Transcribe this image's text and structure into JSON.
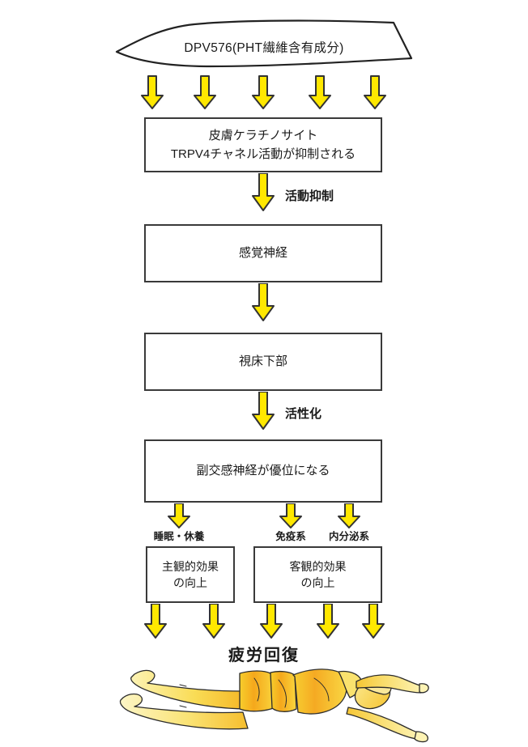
{
  "diagram": {
    "title_banner": {
      "label": "DPV576(PHT繊維含有成分)",
      "shape": "ribbon-banner"
    },
    "steps": [
      {
        "id": "keratinocyte",
        "label": "皮膚ケラチノサイト\nTRPV4チャネル活動が抑制される"
      },
      {
        "id": "sensory-nerve",
        "label": "感覚神経"
      },
      {
        "id": "hypothalamus",
        "label": "視床下部"
      },
      {
        "id": "parasympathetic",
        "label": "副交感神経が優位になる"
      }
    ],
    "transition_labels": [
      {
        "id": "inhibition",
        "label": "活動抑制"
      },
      {
        "id": "activation",
        "label": "活性化"
      }
    ],
    "branch_labels": [
      {
        "id": "sleep-rest",
        "label": "睡眠・休養"
      },
      {
        "id": "immune-system",
        "label": "免疫系"
      },
      {
        "id": "endocrine-system",
        "label": "内分泌系"
      }
    ],
    "outcome_boxes": [
      {
        "id": "subjective",
        "label": "主観的効果\nの向上"
      },
      {
        "id": "objective",
        "label": "客観的効果\nの向上"
      }
    ],
    "result": {
      "label": "疲労回復"
    },
    "illustration": {
      "name": "resting-person-illustration",
      "description": "person lying down resting"
    }
  },
  "colors": {
    "arrow_fill": "#FFE800",
    "arrow_stroke": "#333333",
    "box_border": "#3a3a3a",
    "text": "#1a1a1a",
    "background": "#ffffff",
    "body_light": "#FAEFA8",
    "body_mid": "#F7D93C",
    "body_deep": "#F5A81C"
  }
}
